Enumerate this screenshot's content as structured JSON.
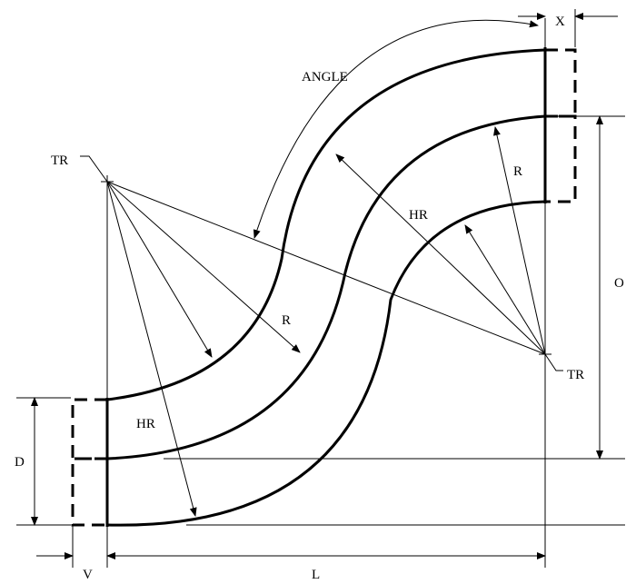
{
  "labels": {
    "angle": "ANGLE",
    "tr_left": "TR",
    "tr_right": "TR",
    "hr_upper": "HR",
    "hr_lower": "HR",
    "r_upper": "R",
    "r_middle": "R",
    "x": "X",
    "o": "O",
    "d": "D",
    "v": "V",
    "l": "L"
  }
}
